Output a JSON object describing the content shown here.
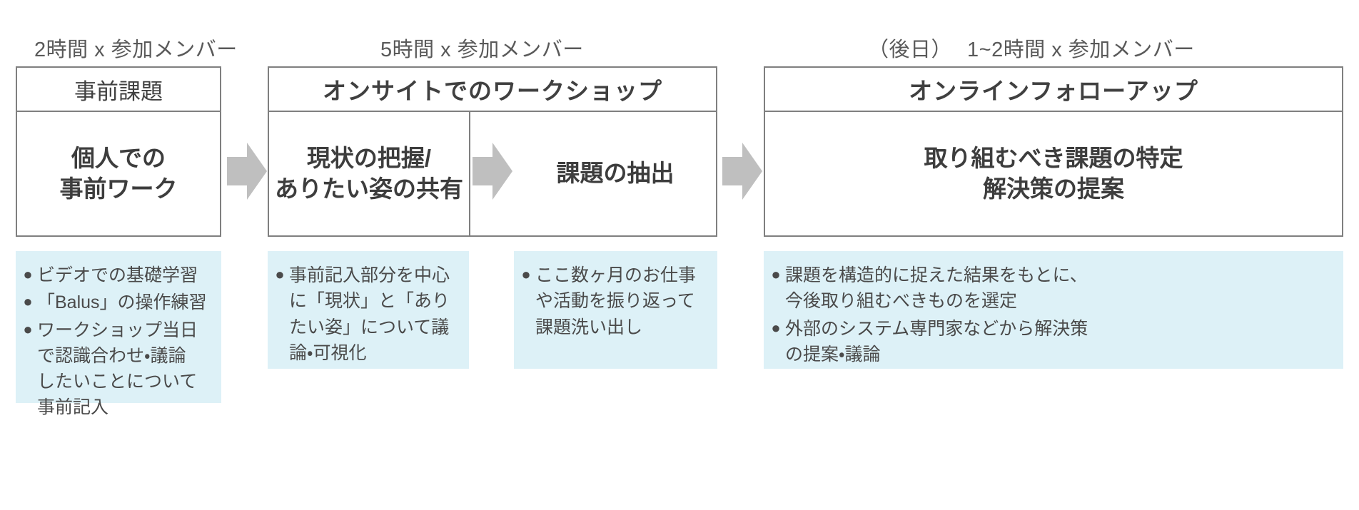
{
  "diagram": {
    "title": "ワークショップ進行フロー",
    "colors": {
      "panel_background": "#ddf1f7",
      "border": "#7f7f7f",
      "arrow": "#bfbfbf",
      "text": "#404040",
      "caption_text": "#595959"
    },
    "captions": [
      {
        "id": "phase1-duration",
        "text": "2時間 x 参加メンバー"
      },
      {
        "id": "phase2-duration",
        "text": "5時間 x 参加メンバー"
      },
      {
        "id": "phase3-note",
        "text": "（後日）"
      },
      {
        "id": "phase3-duration",
        "text": "1~2時間 x 参加メンバー"
      }
    ],
    "phases": [
      {
        "id": "pre-assignment",
        "title": "事前課題",
        "title_bold": false,
        "steps": [
          {
            "id": "individual-pre-work",
            "label": "個人での\n事前ワーク"
          }
        ]
      },
      {
        "id": "onsite-workshop",
        "title": "オンサイトでのワークショップ",
        "title_bold": true,
        "steps": [
          {
            "id": "grasp-current-state",
            "label": "現状の把握/\nありたい姿の共有"
          },
          {
            "id": "extract-issues",
            "label": "課題の抽出"
          }
        ]
      },
      {
        "id": "online-followup",
        "title": "オンラインフォローアップ",
        "title_bold": true,
        "steps": [
          {
            "id": "identify-issues-and-propose",
            "label": "取り組むべき課題の特定\n解決策の提案"
          }
        ]
      }
    ],
    "arrows": [
      {
        "id": "arrow-pre-to-onsite"
      },
      {
        "id": "arrow-current-to-issues"
      },
      {
        "id": "arrow-onsite-to-followup"
      }
    ],
    "detail_panels": [
      {
        "id": "pre-assignment-details",
        "bullet": "●",
        "items": [
          "ビデオでの基礎学習",
          "「Balus」の操作練習",
          "ワークショップ当日\nで認識合わせ・議論\nしたいことについて\n事前記入"
        ]
      },
      {
        "id": "grasp-current-state-details",
        "bullet": "●",
        "items": [
          "事前記入部分を中心\nに「現状」と「あり\nたい姿」について議\n論・可視化"
        ]
      },
      {
        "id": "extract-issues-details",
        "bullet": "●",
        "items": [
          "ここ数ヶ月のお仕事\nや活動を振り返って\n課題洗い出し"
        ]
      },
      {
        "id": "online-followup-details",
        "bullet": "●",
        "items": [
          "課題を構造的に捉えた結果をもとに、\n今後取り組むべきものを選定",
          "外部のシステム専門家などから解決策\nの提案・議論"
        ]
      }
    ]
  }
}
